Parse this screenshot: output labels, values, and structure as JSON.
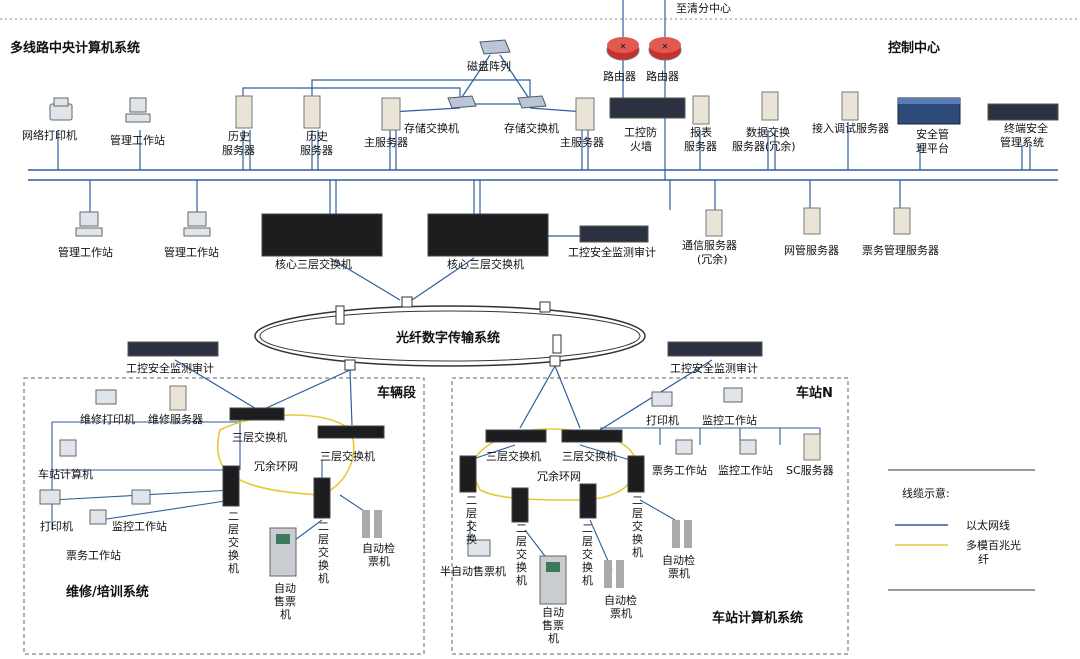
{
  "titles": {
    "central": "多线路中央计算机系统",
    "control": "控制中心",
    "to_clearing": "至清分中心",
    "optical": "光纤数字传输系统",
    "depot": "车辆段",
    "station": "车站N",
    "maint": "维修/培训系统",
    "station_sys": "车站计算机系统",
    "ring_depot": "冗余环网",
    "ring_station": "冗余环网"
  },
  "top": {
    "disk_array": "磁盘阵列",
    "router1": "路由器",
    "router2": "路由器",
    "net_printer": "网络打印机",
    "mgmt_ws_top": "管理工作站",
    "hist1": "历史\n服务器",
    "hist2": "历史\n服务器",
    "main_srv1": "主服务器",
    "stor_sw1": "存储交换机",
    "stor_sw2": "存储交换机",
    "main_srv2": "主服务器",
    "ics_fw": "工控防\n火墙",
    "report_srv": "报表\n服务器",
    "data_ex": "数据交换\n服务器(冗余)",
    "access_srv": "接入调试服务器",
    "sec_mgmt": "安全管\n理平台",
    "terminal_sec": "终端安全\n管理系统"
  },
  "lower": {
    "mgmt_ws1": "管理工作站",
    "mgmt_ws2": "管理工作站",
    "core1": "核心三层交换机",
    "core2": "核心三层交换机",
    "ics_audit_top": "工控安全监测审计",
    "comm_srv": "通信服务器\n(冗余)",
    "nms_srv": "网管服务器",
    "ticket_mgmt": "票务管理服务器"
  },
  "depot": {
    "audit": "工控安全监测审计",
    "maint_printer": "维修打印机",
    "maint_server": "维修服务器",
    "l3_switch_a": "三层交换机",
    "l3_switch_b": "三层交换机",
    "station_pc": "车站计算机",
    "printer": "打印机",
    "monitor_ws": "监控工作站",
    "ticket_ws": "票务工作站",
    "l2_switch_a": "二\n层\n交\n换\n机",
    "l2_switch_b": "二\n层\n交\n换\n机",
    "tvm": "自动\n售票\n机",
    "gate": "自动检\n票机"
  },
  "station": {
    "audit": "工控安全监测审计",
    "l3_switch_a": "三层交换机",
    "l3_switch_b": "三层交换机",
    "printer": "打印机",
    "monitor_ws_top": "监控工作站",
    "ticket_ws": "票务工作站",
    "monitor_ws": "监控工作站",
    "sc_server": "SC服务器",
    "l2_a": "二\n层\n交\n换",
    "l2_b": "二\n层\n交\n换\n机",
    "l2_c": "二\n层\n交\n换\n机",
    "l2_d": "二\n层\n交\n换\n机",
    "half_tvm": "半自动售票机",
    "tvm": "自动\n售票\n机",
    "gate_a": "自动检\n票机",
    "gate_b": "自动检\n票机"
  },
  "legend": {
    "title": "线缆示意:",
    "ethernet": "以太网线",
    "fiber": "多模百兆光\n纤"
  },
  "colors": {
    "ethernet": "#2f5f9e",
    "fiber": "#e8c83a",
    "ring": "#333333",
    "dashed_box": "#666666"
  }
}
